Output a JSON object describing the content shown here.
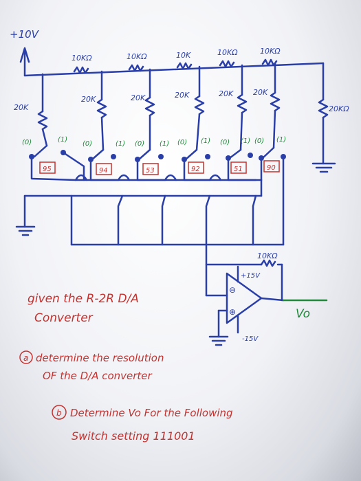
{
  "colors": {
    "blue": "#2a3ea8",
    "red": "#c4322f",
    "green": "#1f8a3a",
    "board": "#f1f2f6"
  },
  "circuit": {
    "supply_label": "+10V",
    "series_resistors": [
      "10KΩ",
      "10KΩ",
      "10K",
      "10KΩ",
      "10KΩ"
    ],
    "shunt_resistors": [
      "20K",
      "20K",
      "20K",
      "20K",
      "20K",
      "20K"
    ],
    "termination_resistor": "20KΩ",
    "switches": [
      {
        "id": "S5",
        "left": "(0)",
        "right": "(1)"
      },
      {
        "id": "S4",
        "left": "(0)",
        "right": "(1)"
      },
      {
        "id": "S3",
        "left": "(0)",
        "right": "(1)"
      },
      {
        "id": "S2",
        "left": "(0)",
        "right": "(1)"
      },
      {
        "id": "S1",
        "left": "(0)",
        "right": "(1)"
      },
      {
        "id": "S0",
        "left": "(0)",
        "right": "(1)"
      }
    ],
    "switch_labels": [
      "95",
      "94",
      "53",
      "92",
      "51",
      "90"
    ],
    "feedback_resistor": "10KΩ",
    "opamp_pos_supply": "+15V",
    "opamp_neg_supply": "-15V",
    "opamp_inv_symbol": "⊖",
    "opamp_noninv_symbol": "⊕",
    "output_label": "Vo"
  },
  "question": {
    "intro_line1": "given the R-2R D/A",
    "intro_line2": "Converter",
    "part_a_marker": "a",
    "part_a_line1": "determine the resolution",
    "part_a_line2": "OF the D/A converter",
    "part_b_marker": "b",
    "part_b_line1": "Determine Vo For the Following",
    "part_b_line2": "Switch setting 111001"
  }
}
